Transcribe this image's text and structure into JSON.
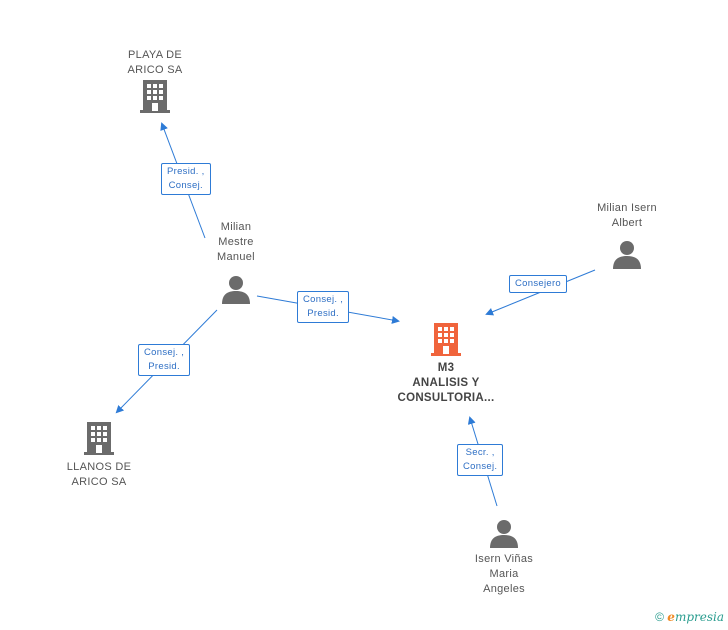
{
  "nodes": {
    "playa": {
      "label": "PLAYA DE\nARICO SA",
      "type": "company"
    },
    "llanos": {
      "label": "LLANOS DE\nARICO SA",
      "type": "company"
    },
    "m3": {
      "label": "M3\nANALISIS Y\nCONSULTORIA...",
      "type": "company-main"
    },
    "milian_mestre": {
      "label": "Milian\nMestre\nManuel",
      "type": "person"
    },
    "milian_isern": {
      "label": "Milian Isern\nAlbert",
      "type": "person"
    },
    "isern_vinas": {
      "label": "Isern Viñas\nMaria\nAngeles",
      "type": "person"
    }
  },
  "edges": {
    "e1": {
      "label": "Presid. ,\nConsej."
    },
    "e2": {
      "label": "Consej. ,\nPresid."
    },
    "e3": {
      "label": "Consej. ,\nPresid."
    },
    "e4": {
      "label": "Consejero"
    },
    "e5": {
      "label": "Secr. ,\nConsej."
    }
  },
  "footer": {
    "copyright": "©",
    "brand_e": "e",
    "brand_rest": "mpresia"
  },
  "colors": {
    "edge": "#2e7bd6",
    "company": "#6b6b6b",
    "main": "#f0643c",
    "person": "#6b6b6b"
  }
}
